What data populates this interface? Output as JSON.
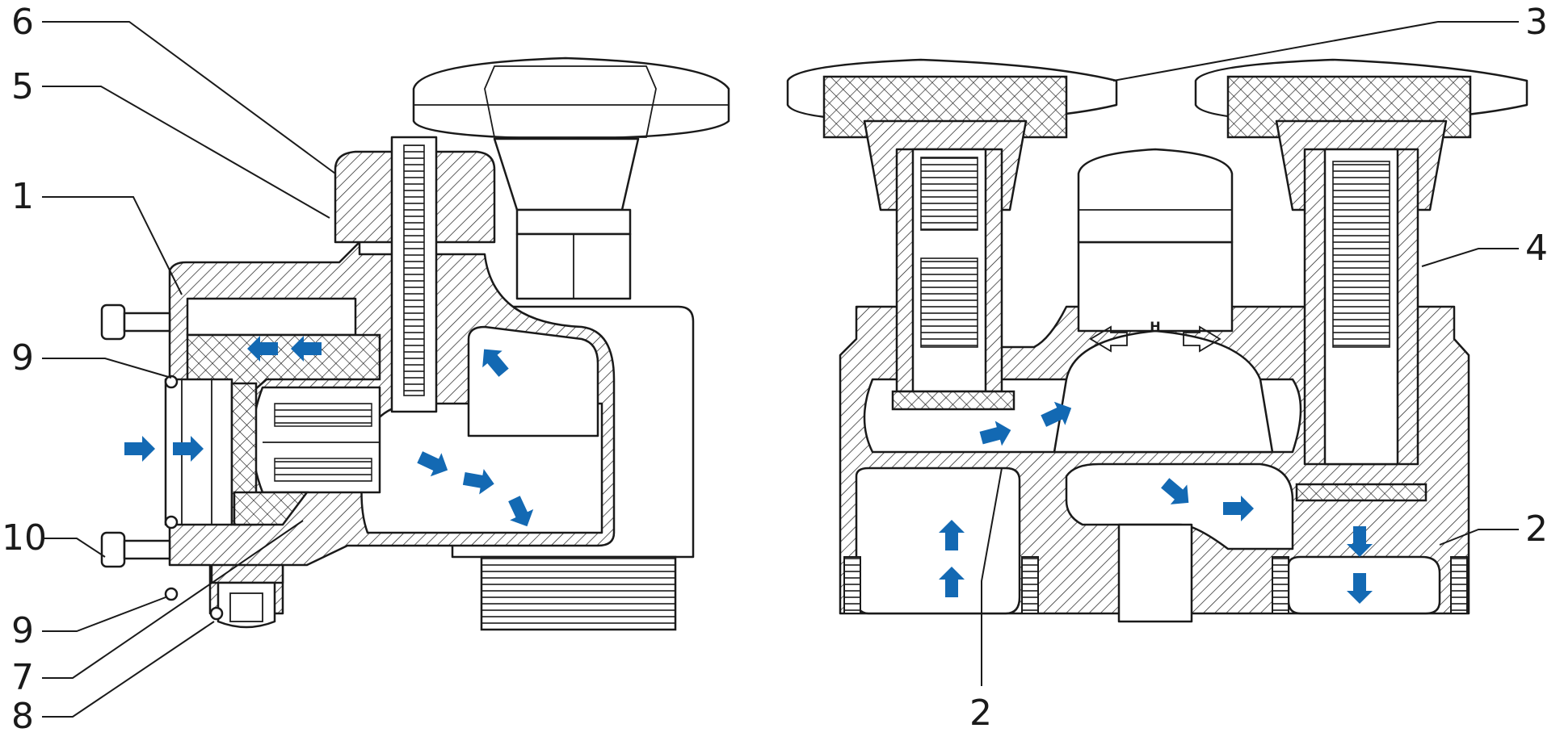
{
  "callouts": {
    "n6": "6",
    "n5": "5",
    "n1": "1",
    "n9_upper": "9",
    "n10": "10",
    "n9_lower": "9",
    "n7": "7",
    "n8": "8",
    "n3": "3",
    "n4": "4",
    "n2_right": "2",
    "n2_bottom": "2"
  },
  "knob_marking": "H",
  "colors": {
    "flow_arrow": "#1369b3",
    "outline": "#1a1a1a",
    "background": "#ffffff"
  }
}
